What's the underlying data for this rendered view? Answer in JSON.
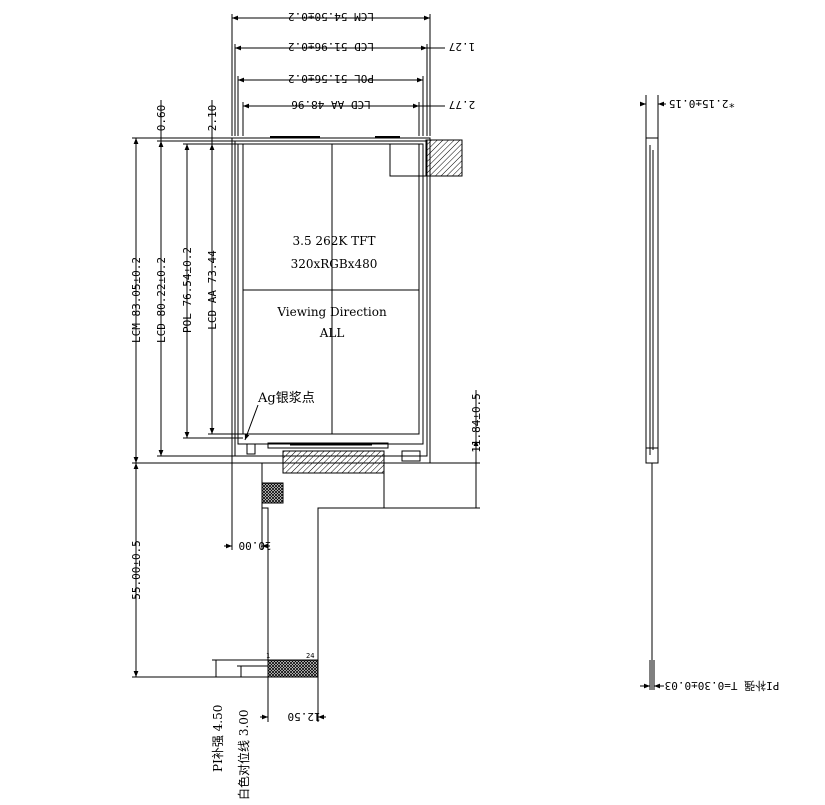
{
  "drawing": {
    "lcd_type": "3.5 262K TFT",
    "resolution": "320xRGBx480",
    "viewing_direction_title": "Viewing Direction",
    "viewing_direction_value": "ALL",
    "ag_note": "Ag银浆点",
    "dims": {
      "lcm_width": "LCM 54.50±0.2",
      "lcd_width": "LCD 51.96±0.2",
      "pol_width": "POL 51.56±0.2",
      "aa_width": "LCD AA 48.96",
      "offset_127": "1.27",
      "offset_277": "2.77",
      "offset_060": "0.60",
      "offset_210": "2.10",
      "lcm_height": "LCM 83.05±0.2",
      "lcd_height": "LCD 80.22±0.2",
      "pol_height": "POL 76.54±0.2",
      "aa_height": "LCD AA 73.44",
      "fpc_length": "55.00±0.5",
      "tail_offset": "11.84±0.5",
      "fpc_offset": "10.00",
      "fpc_width": "12.50",
      "stiffener": "PI补强 4.50",
      "alignment": "白色对位线 3.00",
      "pin_first": "1",
      "pin_last": "24",
      "thickness": "*2.15±0.15",
      "pi_thickness": "PI补强 T=0.30±0.03"
    }
  }
}
